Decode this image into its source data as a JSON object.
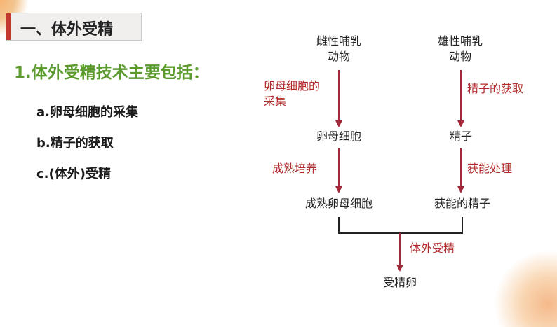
{
  "title": "一、体外受精",
  "heading": "1.体外受精技术主要包括：",
  "items": [
    "a.卵母细胞的采集",
    "b.精子的获取",
    "c.(体外)受精"
  ],
  "flow": {
    "female_source_line1": "雌性哺乳",
    "female_source_line2": "动物",
    "male_source_line1": "雄性哺乳",
    "male_source_line2": "动物",
    "female_step1_line1": "卵母细胞的",
    "female_step1_line2": "采集",
    "male_step1": "精子的获取",
    "oocyte": "卵母细胞",
    "sperm": "精子",
    "female_step2": "成熟培养",
    "male_step2": "获能处理",
    "mature_oocyte": "成熟卵母细胞",
    "capacitated_sperm": "获能的精子",
    "fertilization": "体外受精",
    "result": "受精卵"
  },
  "colors": {
    "accent_red": "#b02a2a",
    "heading_green": "#5b9b2e",
    "arrow": "#a3293a",
    "bracket": "#222222"
  }
}
